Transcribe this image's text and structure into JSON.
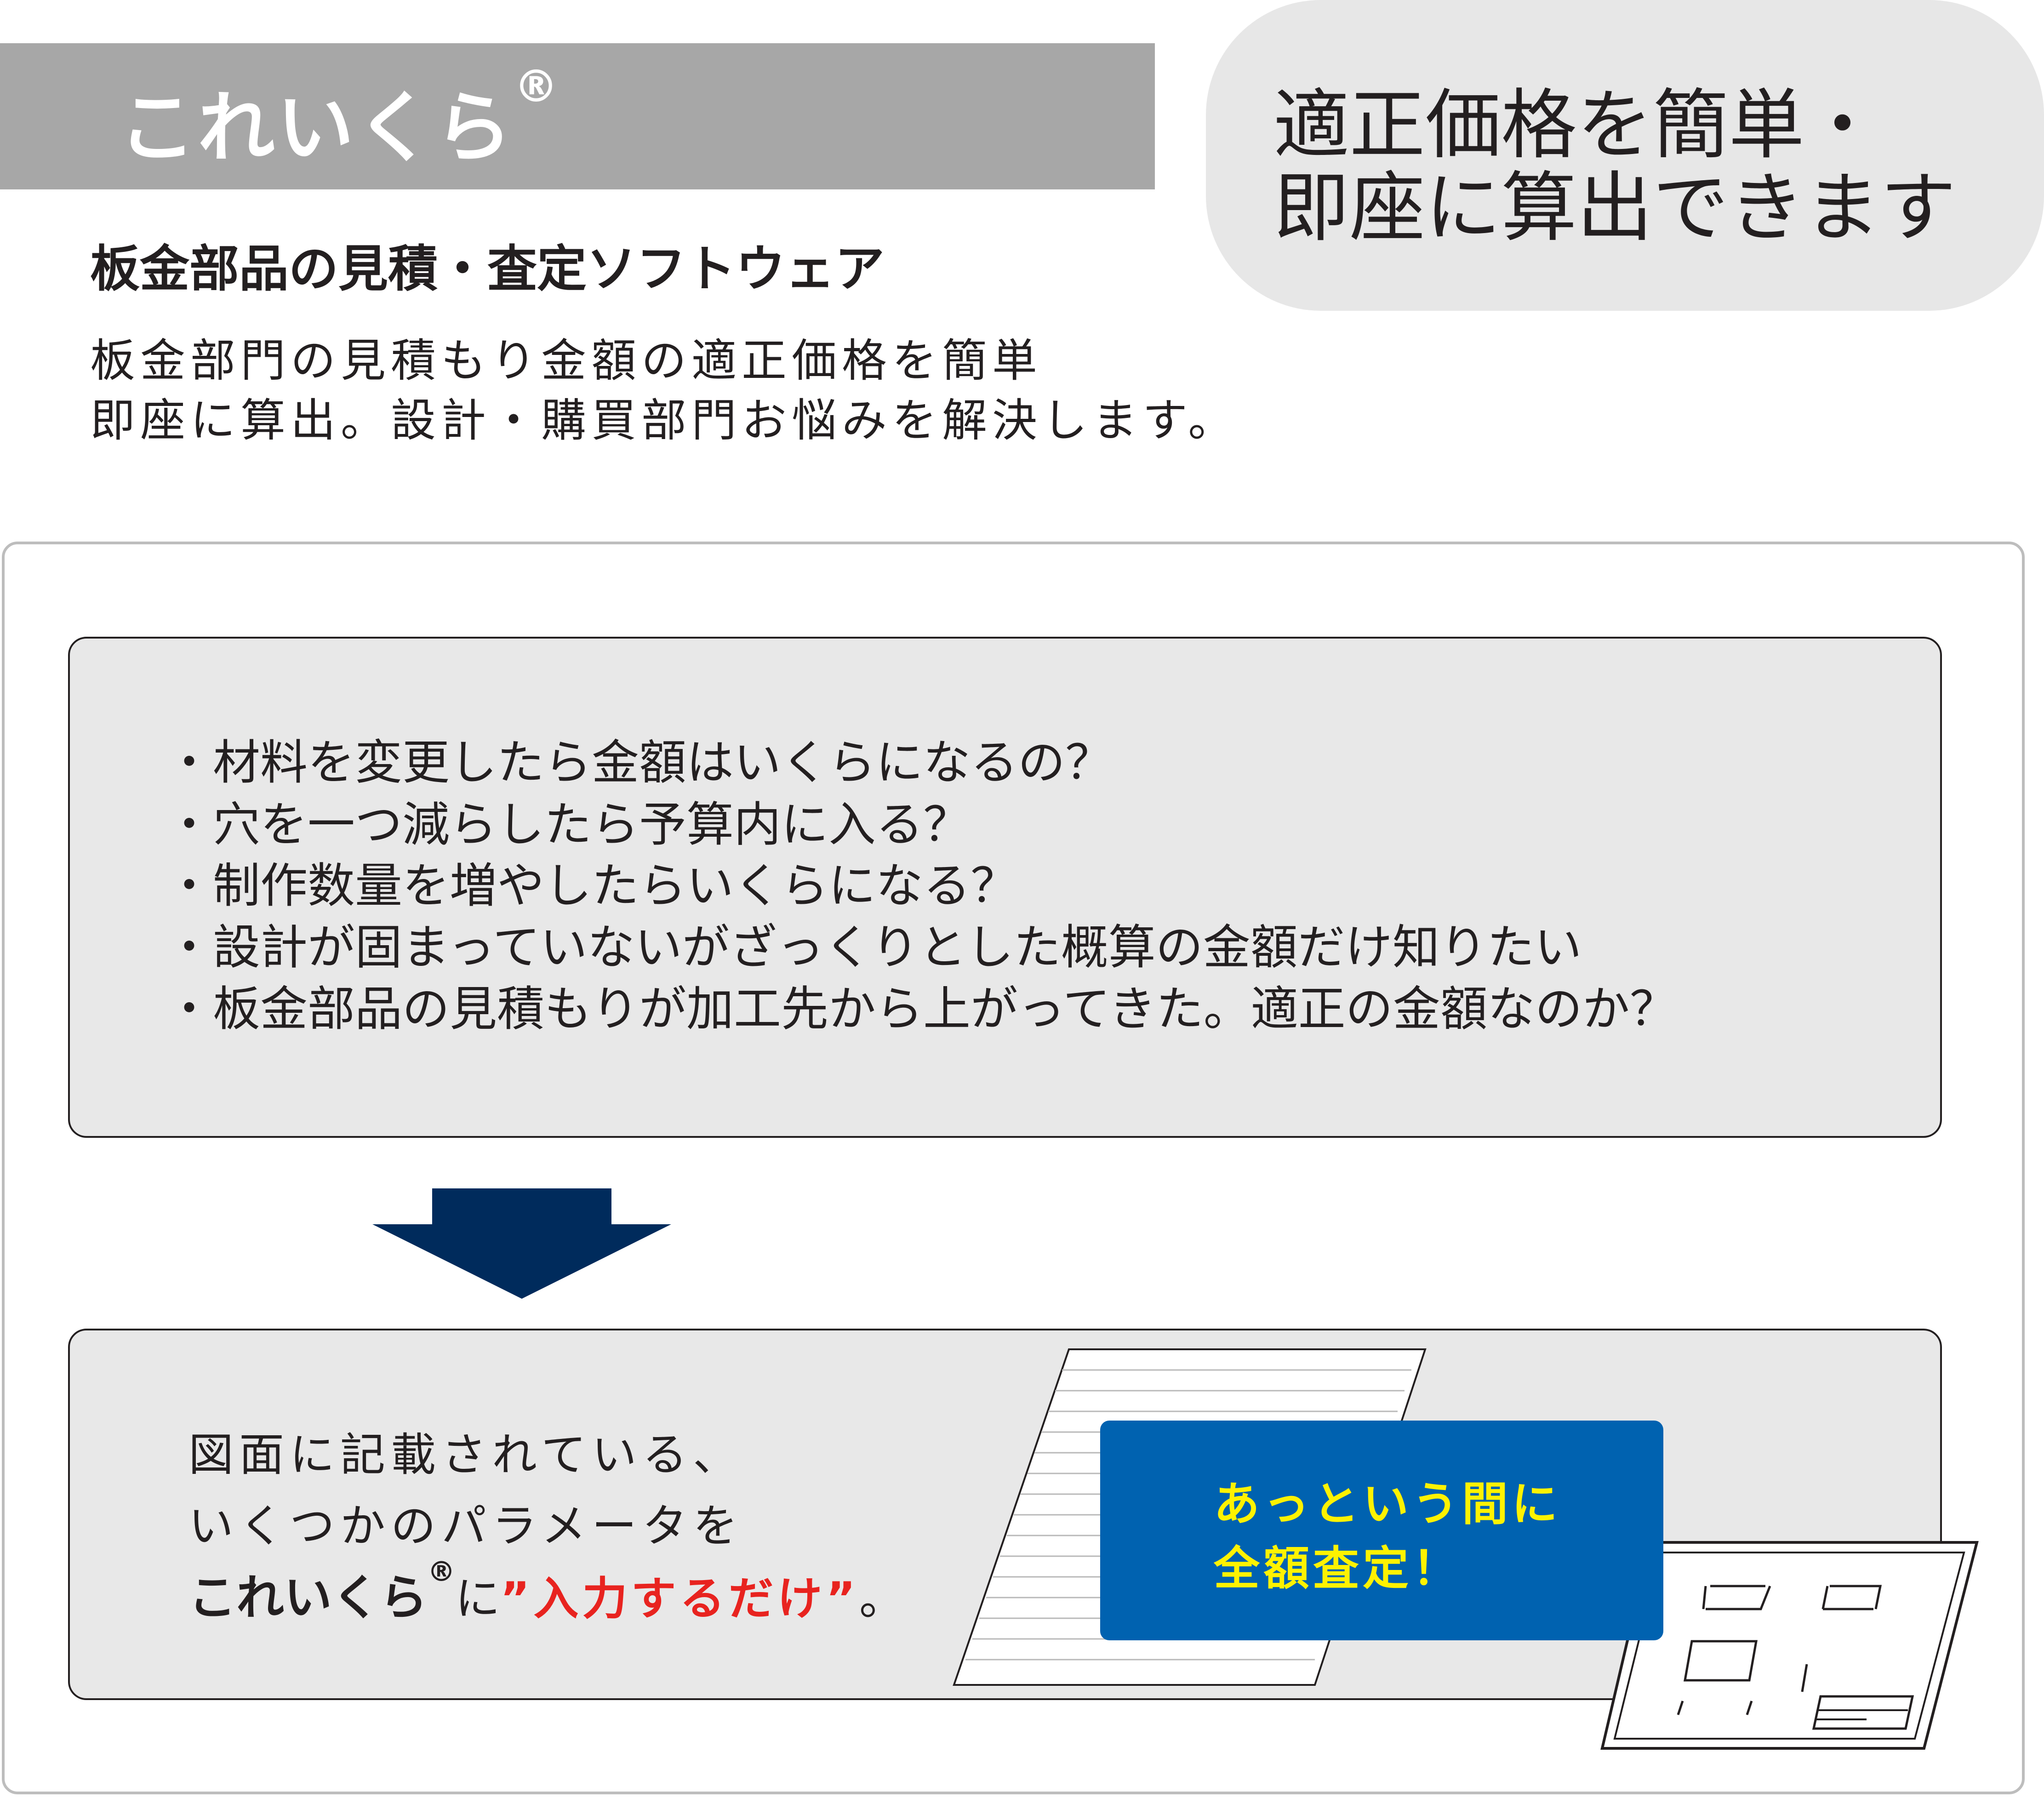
{
  "header": {
    "product_name": "これいくら",
    "registered_mark": "®",
    "catch_copy_line1": "適正価格を簡単・",
    "catch_copy_line2": "即座に算出できます"
  },
  "subtitle": "板金部品の見積・査定ソフトウェア",
  "description": {
    "line1": "板金部門の見積もり金額の適正価格を簡単",
    "line2": "即座に算出。設計・購買部門お悩みを解決します。"
  },
  "questions": [
    "・材料を変更したら金額はいくらになるの？",
    "・穴を一つ減らしたら予算内に入る？",
    "・制作数量を増やしたらいくらになる？",
    "・設計が固まっていないがざっくりとした概算の金額だけ知りたい",
    "・板金部品の見積もりが加工先から上がってきた。適正の金額なのか？"
  ],
  "solution": {
    "line1": "図面に記載されている、",
    "line2": "いくつかのパラメータを",
    "brand": "これいくら",
    "registered_mark": "®",
    "particle": "に",
    "emphasis": "”入力するだけ”",
    "period": "。"
  },
  "result": {
    "line1": "あっという間に",
    "line2": "全額査定！"
  },
  "colors": {
    "title_bar": "#a7a7a7",
    "pill": "#e7e7e7",
    "panel": "#e8e8e8",
    "arrow": "#002b5c",
    "result_box": "#0062b0",
    "result_text": "#fff200",
    "emphasis_red": "#e8231f"
  }
}
